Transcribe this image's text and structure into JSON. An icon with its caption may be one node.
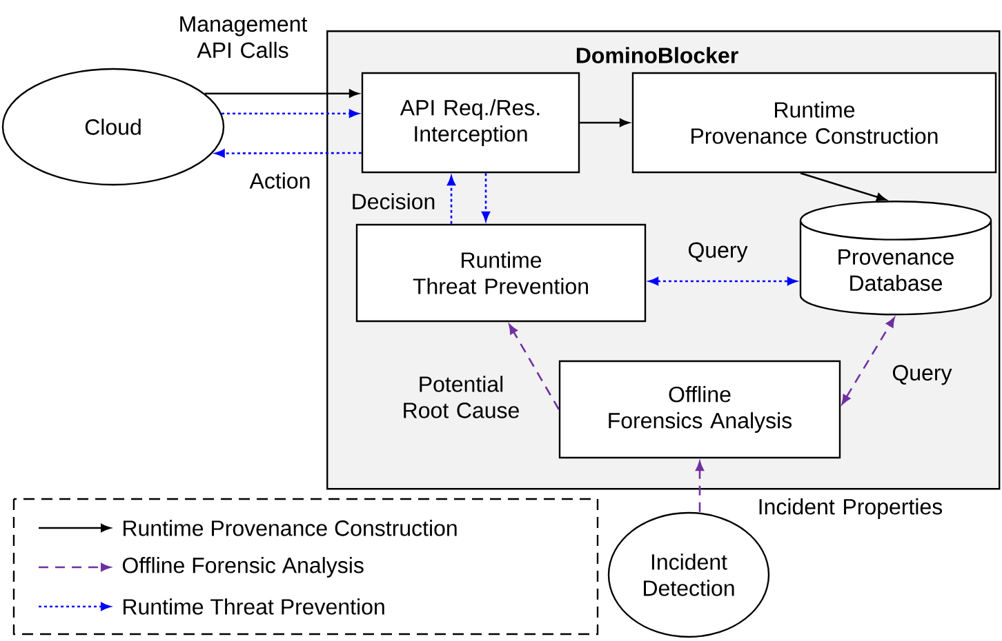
{
  "diagram": {
    "nodes": [
      {
        "text": [
          "DominoBlocker"
        ]
      },
      {
        "text": [
          "Cloud"
        ]
      },
      {
        "text": [
          "API Req./Res. Interception"
        ],
        "in": 0
      },
      {
        "text": [
          "Runtime Provenance Construction"
        ],
        "in": 0
      },
      {
        "text": [
          "Runtime Threat Prevention"
        ],
        "in": 0
      },
      {
        "text": [
          "Provenance Database"
        ],
        "in": 0
      },
      {
        "text": [
          "Offline Forensics Analysis"
        ],
        "in": 0
      },
      {
        "text": [
          "Incident Detection"
        ]
      }
    ],
    "edges": [
      {
        "from": 1,
        "to": 2,
        "arrow": "to",
        "color": "#000000",
        "label": "Management API Calls"
      },
      {
        "from": 1,
        "to": 2,
        "arrow": "to",
        "style": "dashed",
        "color": "#0000ff"
      },
      {
        "from": 2,
        "to": 1,
        "arrow": "to",
        "style": "dashed",
        "color": "#0000ff",
        "label": "Action"
      },
      {
        "from": 2,
        "to": 3,
        "arrow": "to",
        "color": "#000000"
      },
      {
        "from": 3,
        "to": 5,
        "arrow": "to",
        "color": "#000000"
      },
      {
        "from": 4,
        "to": 2,
        "arrow": "to",
        "style": "dashed",
        "color": "#0000ff",
        "label": "Decision"
      },
      {
        "from": 2,
        "to": 4,
        "arrow": "to",
        "style": "dashed",
        "color": "#0000ff"
      },
      {
        "from": 4,
        "to": 5,
        "arrow": "both",
        "style": "dashed",
        "color": "#0000ff",
        "label": "Query"
      },
      {
        "from": 6,
        "to": 4,
        "arrow": "to",
        "style": "dashed",
        "color": "#7030a0",
        "label": "Potential Root Cause"
      },
      {
        "from": 6,
        "to": 5,
        "arrow": "both",
        "style": "dashed",
        "color": "#7030a0",
        "label": "Query"
      },
      {
        "from": 7,
        "to": 6,
        "arrow": "to",
        "style": "dashed",
        "color": "#7030a0",
        "label": "Incident Properties"
      }
    ],
    "legend": [
      {
        "text": "Runtime Provenance Construction"
      },
      {
        "text": "Offline Forensic Analysis"
      },
      {
        "text": "Runtime Threat Prevention"
      }
    ]
  }
}
